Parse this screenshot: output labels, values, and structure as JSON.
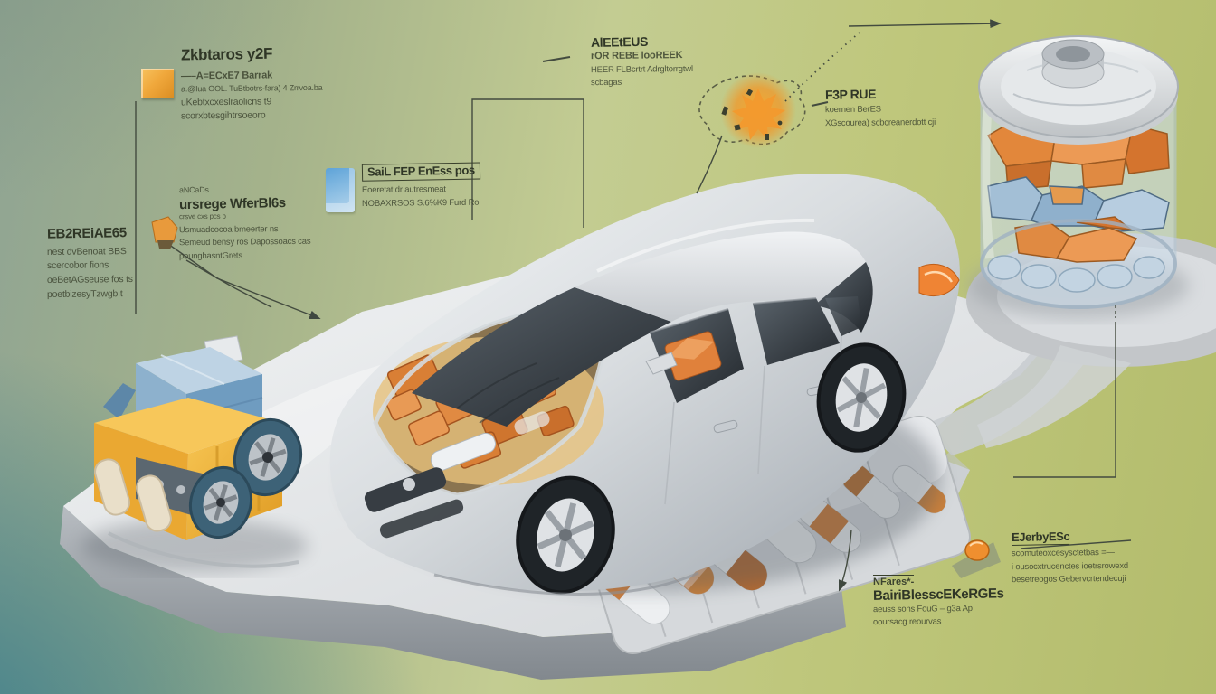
{
  "annotations": {
    "top_left": {
      "heading": "Zkbtaros y2F",
      "lines": [
        "—–A=ECxE7 Barrak",
        "a.@Iua OOL. TuBtbotrs-fara) 4 Zrrvoa.ba",
        "uKebtxcxeslraolicns t9",
        "scorxbtesgihtrsoeoro"
      ]
    },
    "left": {
      "heading": "EB2REiAE65",
      "lines": [
        "nest dvBenoat BBS",
        "scercobor fions",
        "oeBetAGseuse fos ts",
        "poetbizesyTzwgbIt"
      ]
    },
    "mid_left": {
      "pre": "aNCaDs",
      "heading": "ursrege WferBl6s",
      "sub": "crsve cxs pcs b",
      "lines": [
        "Usmuadcocoa bmeerter ns",
        "Semeud bensy ros Dapossoacs cas",
        "pounghasntGrets"
      ]
    },
    "top_center_left": {
      "heading": "SaiL FEP EnEss pos",
      "lines": [
        "Eoeretat dr autresmeat",
        "NOBAXRSOS S.6%K9 Furd Ro"
      ]
    },
    "top_center": {
      "heading": "AlEEtEUS",
      "lines": [
        "rOR REBE looREEK",
        "HEER FLBcrtrt Adrgltorrgtwl",
        "scbagas"
      ]
    },
    "right_top": {
      "heading": "F3P RUE",
      "lines": [
        "koernen BerES",
        "XGscourea) scbcreanerdott cji"
      ]
    },
    "bottom_center": {
      "pre": "NFares*-",
      "heading": "BairiBlesscEKeRGEs",
      "lines": [
        "aeuss sons FouG – g3a Ap",
        "ooursacg reourvas"
      ]
    },
    "bottom_right": {
      "heading": "EJerbyESc",
      "lines": [
        "scomuteoxcesysctetbas =—",
        "i ousocxtrucenctes ioetrsrowexd",
        "besetreogos Gebervcrtendecuji"
      ]
    }
  },
  "icons": {
    "orange_swatch": "orange-square-marker",
    "blue_swatch": "blue-battery-marker",
    "orange_cone": "orange-nugget-marker",
    "map_splash": "map-orange-splash"
  },
  "colors": {
    "background_olive": "#b7c073",
    "background_teal": "#4f8c9a",
    "background_sage": "#8fa493",
    "accent_orange": "#e08a3c",
    "accent_blue": "#9dbcd6",
    "cart_yellow": "#eeb041",
    "platform_gray": "#dfe2e5",
    "car_silver": "#d7dade",
    "text": "#3c432f"
  }
}
